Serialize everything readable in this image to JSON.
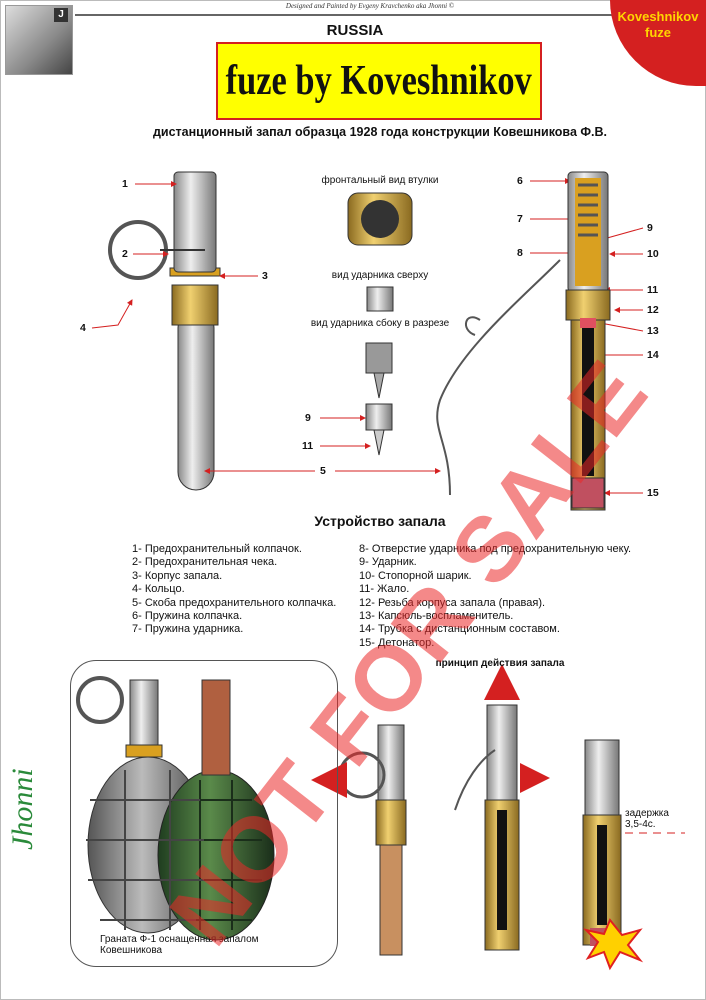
{
  "header": {
    "credit": "Designed and Painted by Evgeny Kravchenko aka Jhonni ©",
    "country": "RUSSIA",
    "title": "fuze by Koveshnikov",
    "subtitle": "дистанционный запал образца 1928 года конструкции Ковешникова Ф.В.",
    "corner_badge": [
      "Koveshnikov",
      "fuze"
    ],
    "photo_badge": "J"
  },
  "captions": {
    "front_view": "фронтальный вид втулки",
    "striker_top": "вид ударника сверху",
    "striker_side": "вид ударника сбоку в разрезе",
    "principle": "принцип действия запала",
    "delay": [
      "задержка",
      "3,5-4с."
    ],
    "grenade": [
      "Граната Ф-1 оснащенная запалом",
      "Ковешникова"
    ]
  },
  "callouts": [
    "1",
    "2",
    "3",
    "4",
    "5",
    "6",
    "7",
    "8",
    "9",
    "10",
    "11",
    "12",
    "13",
    "14",
    "15",
    "9",
    "11"
  ],
  "legend": {
    "title": "Устройство запала",
    "left": [
      "1- Предохранительный колпачок.",
      "2- Предохранительная чека.",
      "3- Корпус запала.",
      "4- Кольцо.",
      "5- Скоба предохранительного колпачка.",
      "6- Пружина колпачка.",
      "7- Пружина ударника."
    ],
    "right": [
      "8- Отверстие ударника под предохранительную чеку.",
      "9- Ударник.",
      "10- Стопорной шарик.",
      "11- Жало.",
      "12- Резьба корпуса запала (правая).",
      "13- Капсюль-воспламенитель.",
      "14- Трубка с дистанционным составом.",
      "15- Детонатор."
    ]
  },
  "watermark": "NOT FOR SALE",
  "signature": "Jhonni",
  "colors": {
    "accent_red": "#d42020",
    "title_yellow": "#ffff00",
    "brass": "#c8a040",
    "steel": "#b8b8b8"
  }
}
